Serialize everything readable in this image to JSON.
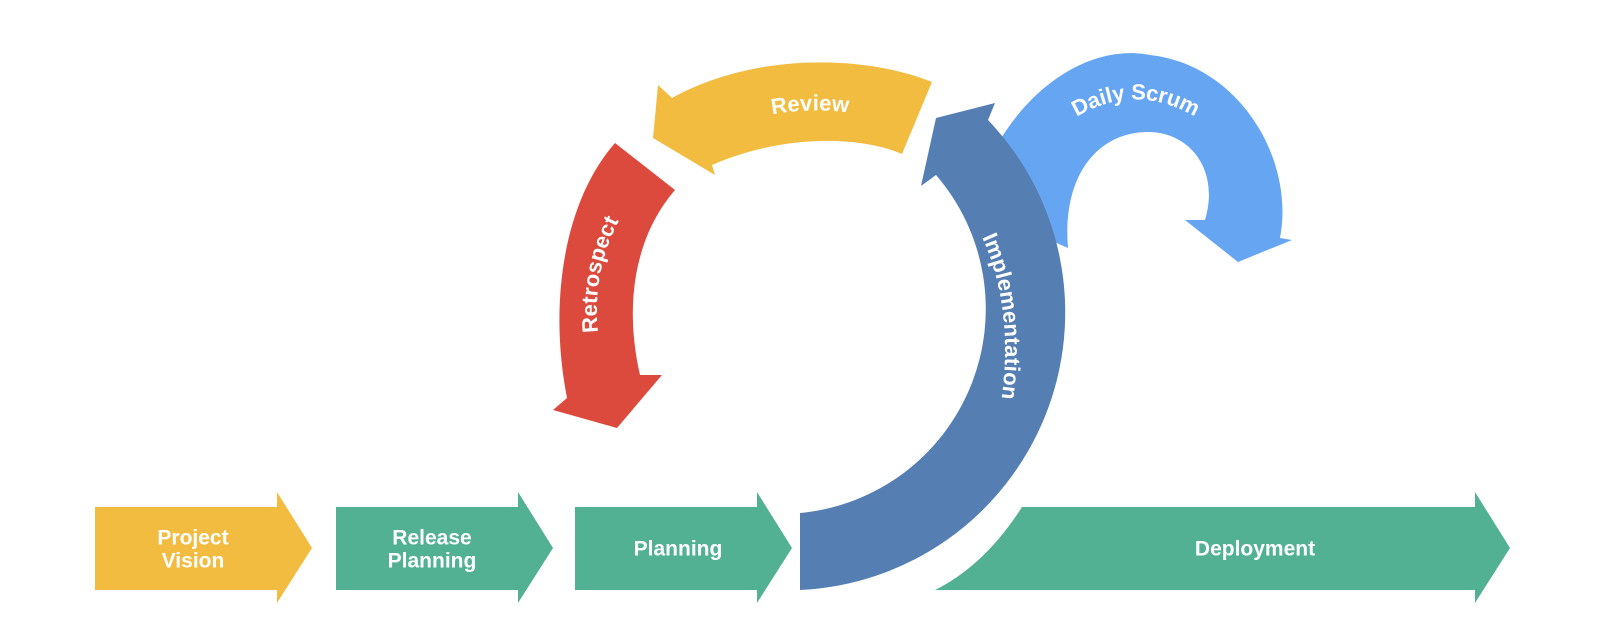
{
  "steps": {
    "project_vision": {
      "line1": "Project",
      "line2": "Vision"
    },
    "release_planning": {
      "line1": "Release",
      "line2": "Planning"
    },
    "planning": "Planning",
    "deployment": "Deployment"
  },
  "cycle": {
    "implementation": "Implementation",
    "review": "Review",
    "retrospect": "Retrospect",
    "daily_scrum": "Daily Scrum"
  },
  "colors": {
    "yellow": "#F2BC41",
    "green": "#52B192",
    "blue": "#557FB3",
    "light_blue": "#66A5F2",
    "red": "#DC4A3D",
    "text": "#FFFFFF"
  }
}
